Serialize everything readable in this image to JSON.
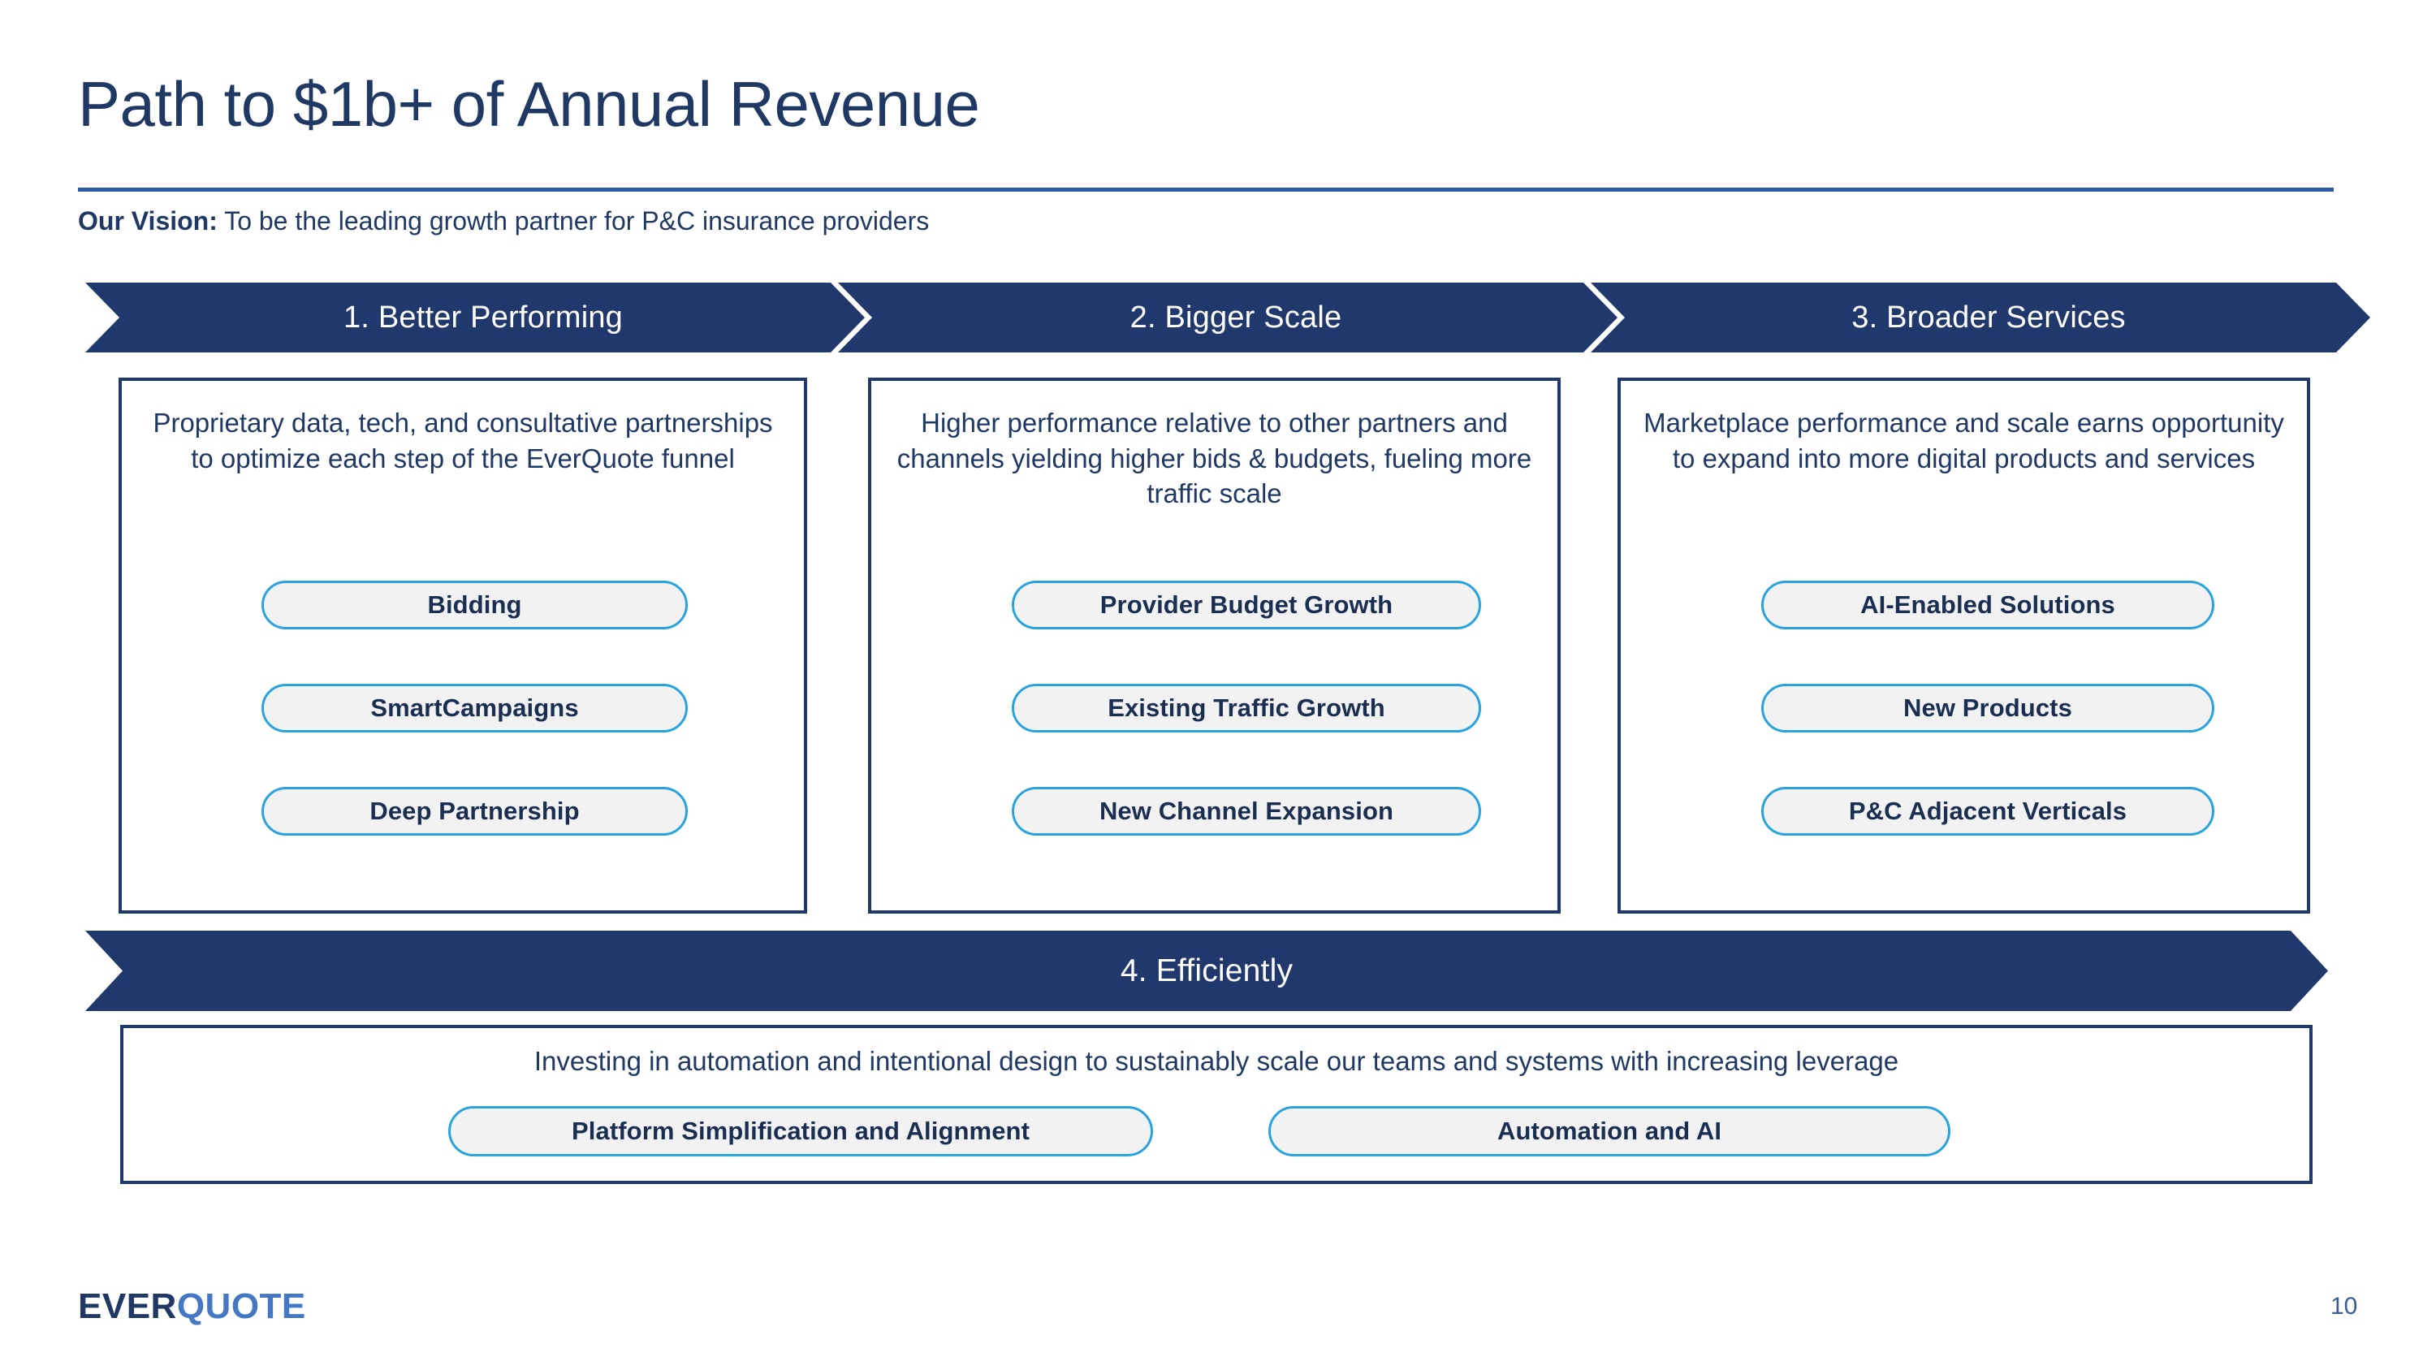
{
  "slide": {
    "title": "Path to $1b+ of Annual Revenue",
    "vision_label": "Our Vision:",
    "vision_text": " To be the leading growth partner for P&C insurance providers",
    "page_number": "10"
  },
  "brand": {
    "logo_ever": "EVER",
    "logo_quote": "QUOTE",
    "navy": "#21386D",
    "accent_blue": "#2C5CA9",
    "pill_border": "#28A3DE",
    "pill_fill": "#F2F2F2",
    "logo_quote_color": "#4478C4"
  },
  "columns": [
    {
      "header": "1. Better Performing",
      "description": "Proprietary data, tech, and consultative partnerships to optimize each step of the EverQuote funnel",
      "pills": [
        "Bidding",
        "SmartCampaigns",
        "Deep Partnership"
      ]
    },
    {
      "header": "2. Bigger Scale",
      "description": "Higher performance relative to other partners and channels yielding higher bids & budgets, fueling more traffic scale",
      "pills": [
        "Provider Budget Growth",
        "Existing Traffic Growth",
        "New Channel Expansion"
      ]
    },
    {
      "header": "3. Broader Services",
      "description": "Marketplace performance and scale earns opportunity to expand into more digital products and services",
      "pills": [
        "AI-Enabled Solutions",
        "New Products",
        "P&C Adjacent Verticals"
      ]
    }
  ],
  "bottom": {
    "header": "4. Efficiently",
    "description": "Investing in automation and intentional design to sustainably scale our teams and systems with increasing leverage",
    "pills": [
      "Platform Simplification and Alignment",
      "Automation and AI"
    ]
  }
}
